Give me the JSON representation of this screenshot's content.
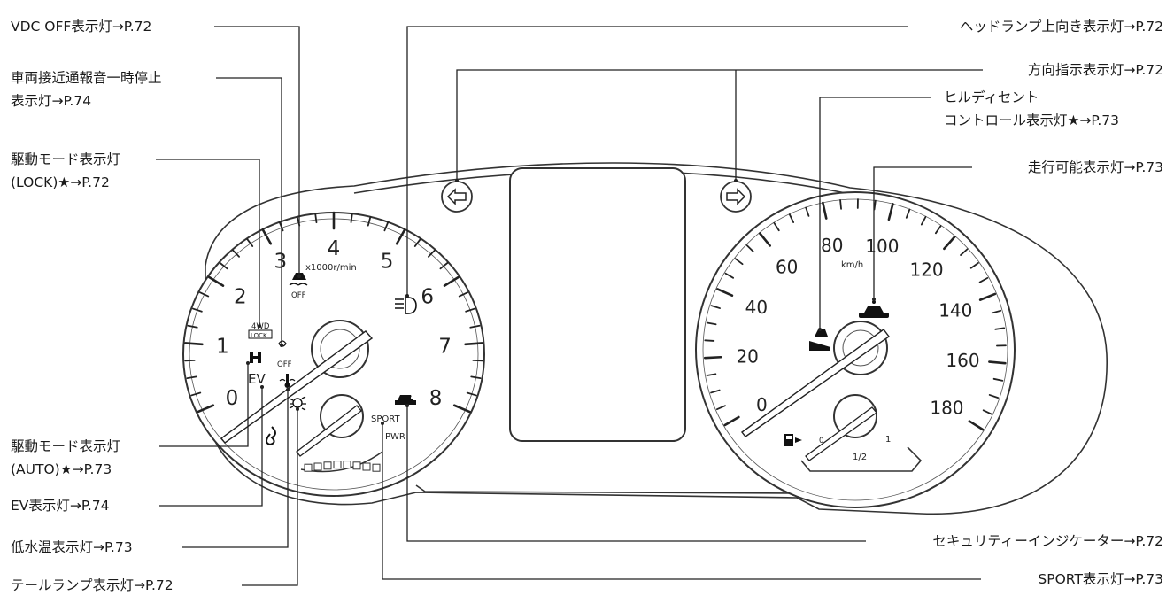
{
  "callouts_left": [
    {
      "id": "vdc-off",
      "lines": [
        "VDC OFF表示灯→P.72"
      ]
    },
    {
      "id": "vehicle-approach",
      "lines": [
        "車両接近通報音一時停止",
        "表示灯→P.74"
      ]
    },
    {
      "id": "drive-mode-lock",
      "lines": [
        "駆動モード表示灯",
        "(LOCK)★→P.72"
      ]
    },
    {
      "id": "drive-mode-auto",
      "lines": [
        "駆動モード表示灯",
        "(AUTO)★→P.73"
      ]
    },
    {
      "id": "ev",
      "lines": [
        "EV表示灯→P.74"
      ]
    },
    {
      "id": "low-water-temp",
      "lines": [
        "低水温表示灯→P.73"
      ]
    },
    {
      "id": "tail-lamp",
      "lines": [
        "テールランプ表示灯→P.72"
      ]
    }
  ],
  "callouts_right": [
    {
      "id": "high-beam",
      "lines": [
        "ヘッドランプ上向き表示灯→P.72"
      ]
    },
    {
      "id": "turn-signal",
      "lines": [
        "方向指示表示灯→P.72"
      ]
    },
    {
      "id": "hill-descent",
      "lines": [
        "ヒルディセント",
        "コントロール表示灯★→P.73"
      ]
    },
    {
      "id": "ready",
      "lines": [
        "走行可能表示灯→P.73"
      ]
    },
    {
      "id": "security",
      "lines": [
        "セキュリティーインジケーター→P.72"
      ]
    },
    {
      "id": "sport",
      "lines": [
        "SPORT表示灯→P.73"
      ]
    }
  ],
  "tacho": {
    "numbers": [
      "0",
      "1",
      "2",
      "3",
      "4",
      "5",
      "6",
      "7",
      "8"
    ],
    "unit": "x1000r/min"
  },
  "speedo": {
    "numbers": [
      "0",
      "20",
      "40",
      "60",
      "80",
      "100",
      "120",
      "140",
      "160",
      "180"
    ],
    "unit": "km/h"
  },
  "fuel": {
    "labels": [
      "0",
      "1/2",
      "1"
    ]
  },
  "indicator_text": {
    "lock_top": "4WD",
    "lock_bottom": "LOCK",
    "off1": "OFF",
    "off2": "OFF",
    "ev": "EV",
    "sport": "SPORT",
    "pwr": "PWR"
  }
}
